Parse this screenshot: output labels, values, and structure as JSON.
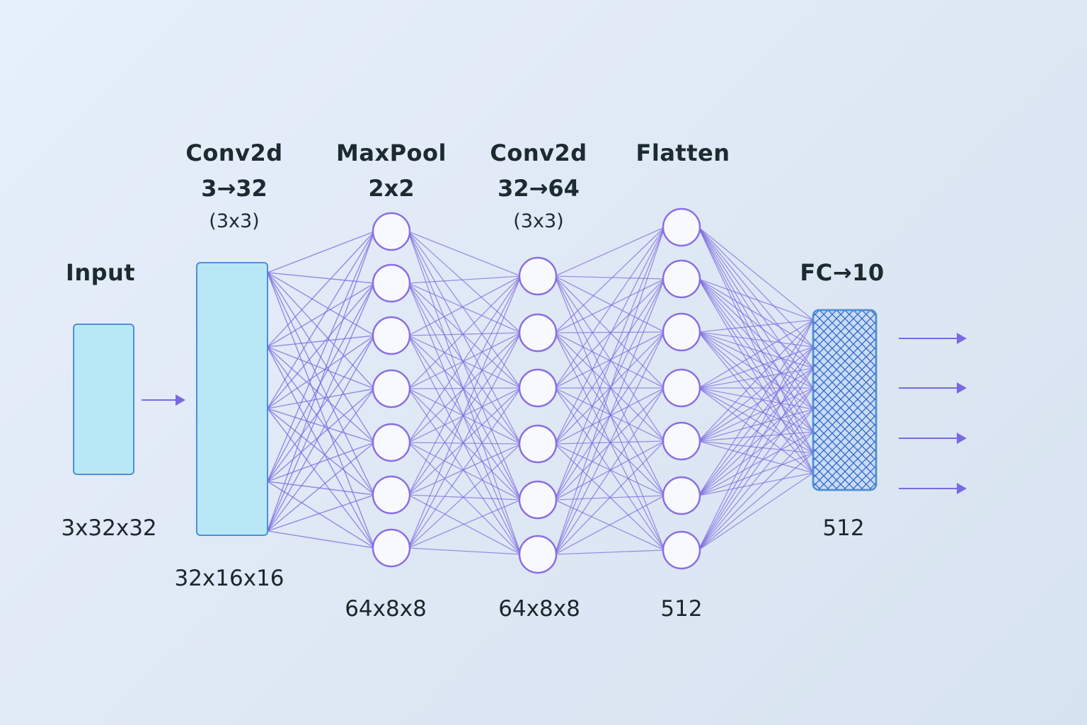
{
  "layers": [
    {
      "id": "input",
      "title": "Input",
      "sub": "",
      "kernel": "",
      "dim": "3x32x32"
    },
    {
      "id": "conv1",
      "title": "Conv2d",
      "sub": "3→32",
      "kernel": "(3x3)",
      "dim": "32x16x16"
    },
    {
      "id": "maxpool",
      "title": "MaxPool",
      "sub": "2x2",
      "kernel": "",
      "dim": "64x8x8"
    },
    {
      "id": "conv2",
      "title": "Conv2d",
      "sub": "32→64",
      "kernel": "(3x3)",
      "dim": "64x8x8"
    },
    {
      "id": "flatten",
      "title": "Flatten",
      "sub": "",
      "kernel": "",
      "dim": "512"
    },
    {
      "id": "fc",
      "title": "FC→10",
      "sub": "",
      "kernel": "",
      "dim": "512"
    }
  ],
  "neuron_counts": {
    "maxpool": 7,
    "conv2": 6,
    "flatten": 7
  },
  "output_arrow_count": 4,
  "colors": {
    "block_fill": "#b8e8f6",
    "block_stroke": "#4d8fd6",
    "edge": "#7b68e0",
    "node_fill": "#f8f9fe",
    "node_stroke": "#8a6fe2",
    "fc_fill": "#c9dcf5",
    "fc_hatch": "#2f67c9",
    "arrow": "#7a69e0"
  }
}
